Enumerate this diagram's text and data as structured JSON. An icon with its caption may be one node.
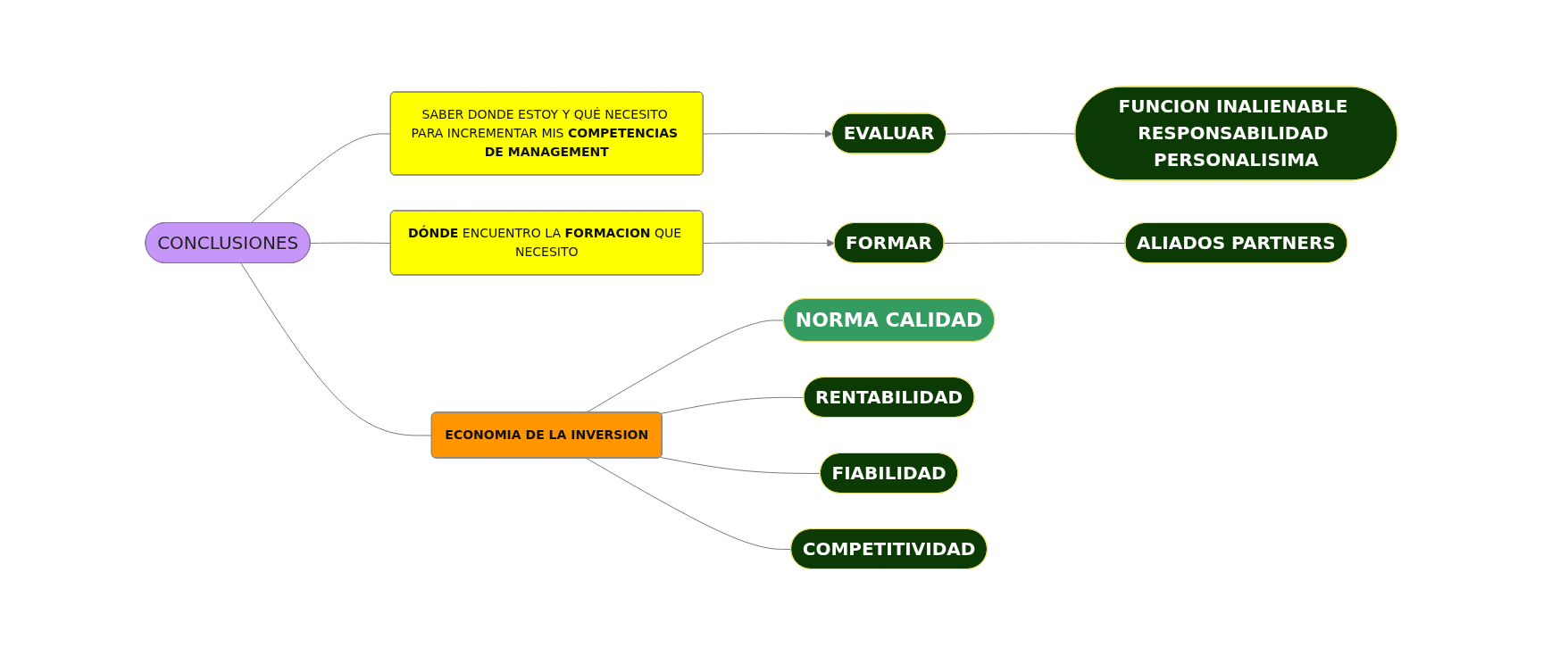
{
  "diagram": {
    "nodes": [
      {
        "text": [
          "CONCLUSIONES"
        ]
      },
      {
        "text": [
          "SABER DONDE ESTOY Y QUÉ NECESITO PARA INCREMENTAR MIS **COMPETENCIAS DE MANAGEMENT**"
        ]
      },
      {
        "text": [
          "EVALUAR"
        ]
      },
      {
        "text": [
          "FUNCION INALIENABLE RESPONSABILIDAD PERSONALISIMA"
        ]
      },
      {
        "text": [
          "**DÓNDE** ENCUENTRO LA **FORMACION** QUE NECESITO"
        ]
      },
      {
        "text": [
          "FORMAR"
        ]
      },
      {
        "text": [
          "ALIADOS PARTNERS"
        ]
      },
      {
        "text": [
          "ECONOMIA DE LA INVERSION"
        ]
      },
      {
        "text": [
          "NORMA CALIDAD"
        ]
      },
      {
        "text": [
          "RENTABILIDAD"
        ]
      },
      {
        "text": [
          "FIABILIDAD"
        ]
      },
      {
        "text": [
          "COMPETITIVIDAD"
        ]
      }
    ],
    "edges": [
      {
        "from": 0,
        "to": 1,
        "arrow": "none"
      },
      {
        "from": 1,
        "to": 2,
        "arrow": "to"
      },
      {
        "from": 2,
        "to": 3,
        "arrow": "none"
      },
      {
        "from": 0,
        "to": 4,
        "arrow": "none"
      },
      {
        "from": 4,
        "to": 5,
        "arrow": "to"
      },
      {
        "from": 5,
        "to": 6,
        "arrow": "none"
      },
      {
        "from": 0,
        "to": 7,
        "arrow": "none"
      },
      {
        "from": 7,
        "to": 8,
        "arrow": "none"
      },
      {
        "from": 7,
        "to": 9,
        "arrow": "none"
      },
      {
        "from": 7,
        "to": 10,
        "arrow": "none"
      },
      {
        "from": 7,
        "to": 11,
        "arrow": "none"
      }
    ]
  }
}
